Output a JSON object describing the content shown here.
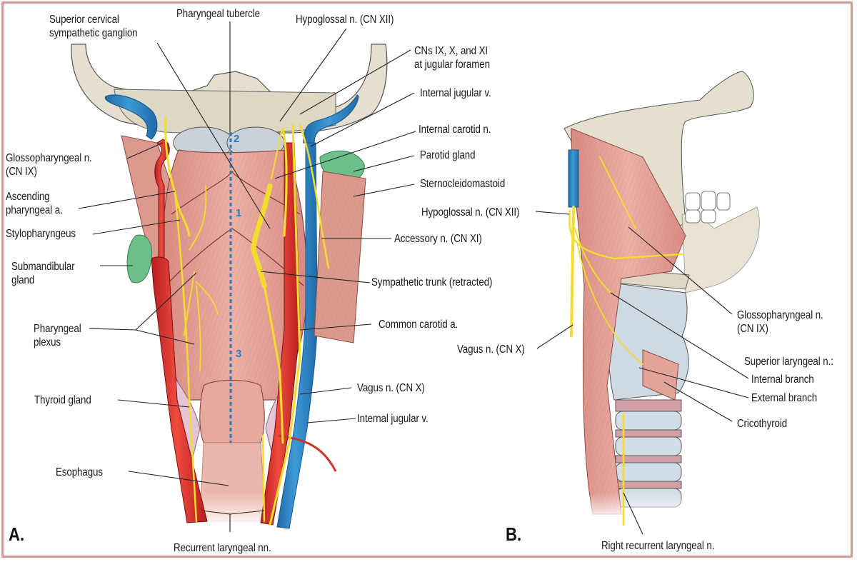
{
  "figure": {
    "panels": [
      {
        "id": "A",
        "label": "A."
      },
      {
        "id": "B",
        "label": "B."
      }
    ],
    "colors": {
      "frame": "#d49a95",
      "bone": "#e0dccb",
      "muscle": "#e2a49a",
      "artery": "#e0302e",
      "vein": "#2f86c8",
      "nerve": "#f4e03a",
      "gland": "#6dbf8a",
      "cartilage": "#c9d3dc",
      "thyroid": "#e2c4d4",
      "midline": "#2a7ac0"
    },
    "midline_markers": [
      "2",
      "1",
      "3"
    ]
  },
  "panel_a": {
    "labels": {
      "superior_cervical_ganglion": [
        "Superior cervical",
        "sympathetic ganglion"
      ],
      "pharyngeal_tubercle": "Pharyngeal tubercle",
      "hypoglossal": "Hypoglossal n. (CN XII)",
      "cns_jugular_foramen": [
        "CNs IX, X, and XI",
        "at jugular foramen"
      ],
      "internal_jugular_top": "Internal jugular v.",
      "internal_carotid_n": "Internal carotid n.",
      "parotid_gland": "Parotid gland",
      "sternocleidomastoid": "Sternocleidomastoid",
      "glossopharyngeal": [
        "Glossopharyngeal n.",
        "(CN IX)"
      ],
      "ascending_pharyngeal": [
        "Ascending",
        "pharyngeal a."
      ],
      "stylopharyngeus": "Stylopharyngeus",
      "submandibular_gland": [
        "Submandibular",
        "gland"
      ],
      "accessory": "Accessory n. (CN XI)",
      "sympathetic_trunk": "Sympathetic trunk (retracted)",
      "pharyngeal_plexus": [
        "Pharyngeal",
        "plexus"
      ],
      "common_carotid": "Common carotid a.",
      "vagus": "Vagus n. (CN X)",
      "thyroid_gland": "Thyroid gland",
      "internal_jugular_bottom": "Internal jugular v.",
      "esophagus": "Esophagus",
      "recurrent_laryngeal": "Recurrent laryngeal nn."
    }
  },
  "panel_b": {
    "labels": {
      "hypoglossal": "Hypoglossal n. (CN XII)",
      "vagus": "Vagus n. (CN X)",
      "glossopharyngeal": [
        "Glossopharyngeal n.",
        "(CN IX)"
      ],
      "superior_laryngeal": "Superior laryngeal n.:",
      "internal_branch": "Internal branch",
      "external_branch": "External branch",
      "cricothyroid": "Cricothyroid",
      "right_recurrent_laryngeal": "Right recurrent laryngeal n."
    }
  }
}
